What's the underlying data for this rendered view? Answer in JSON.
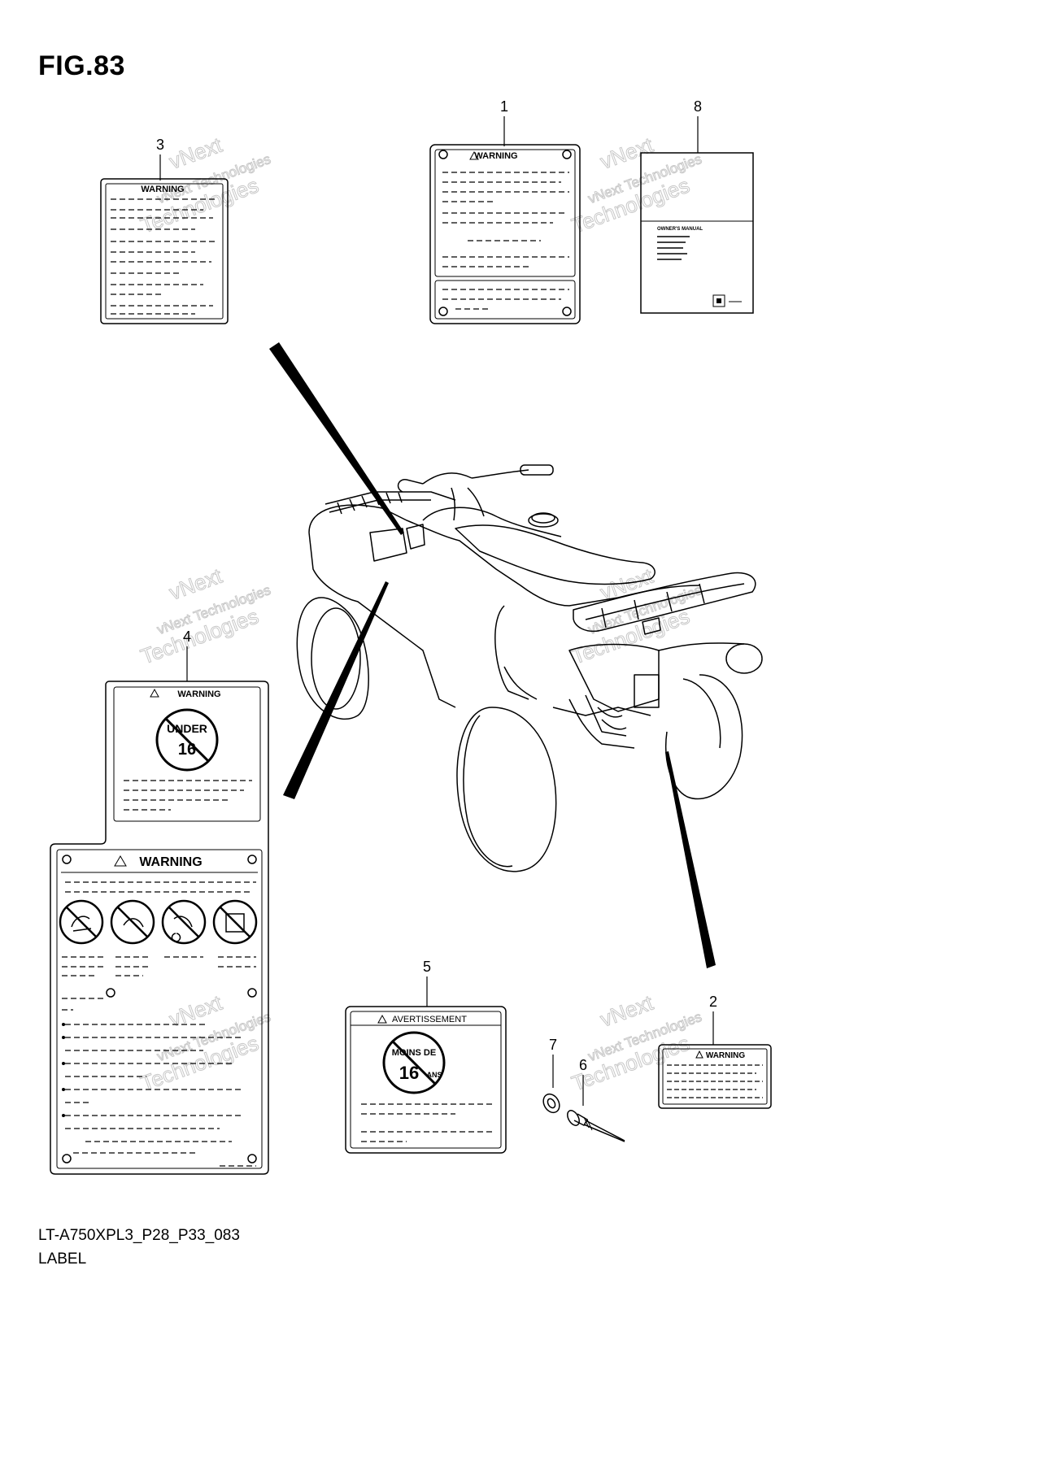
{
  "figure": {
    "title": "FIG.83",
    "code": "LT-A750XPL3_P28_P33_083",
    "name": "LABEL"
  },
  "callouts": [
    "1",
    "2",
    "3",
    "4",
    "5",
    "6",
    "7",
    "8"
  ],
  "labels": {
    "warning": "WARNING",
    "avertissement": "AVERTISSEMENT",
    "under": "UNDER",
    "under_age": "16",
    "moins_de": "MOINS DE",
    "moins_age": "16",
    "ans": "ANS",
    "owners_manual": "OWNER'S MANUAL"
  },
  "watermark": {
    "line1": "vNext",
    "line2": "vNext Technologies",
    "line3": "Technologies"
  }
}
